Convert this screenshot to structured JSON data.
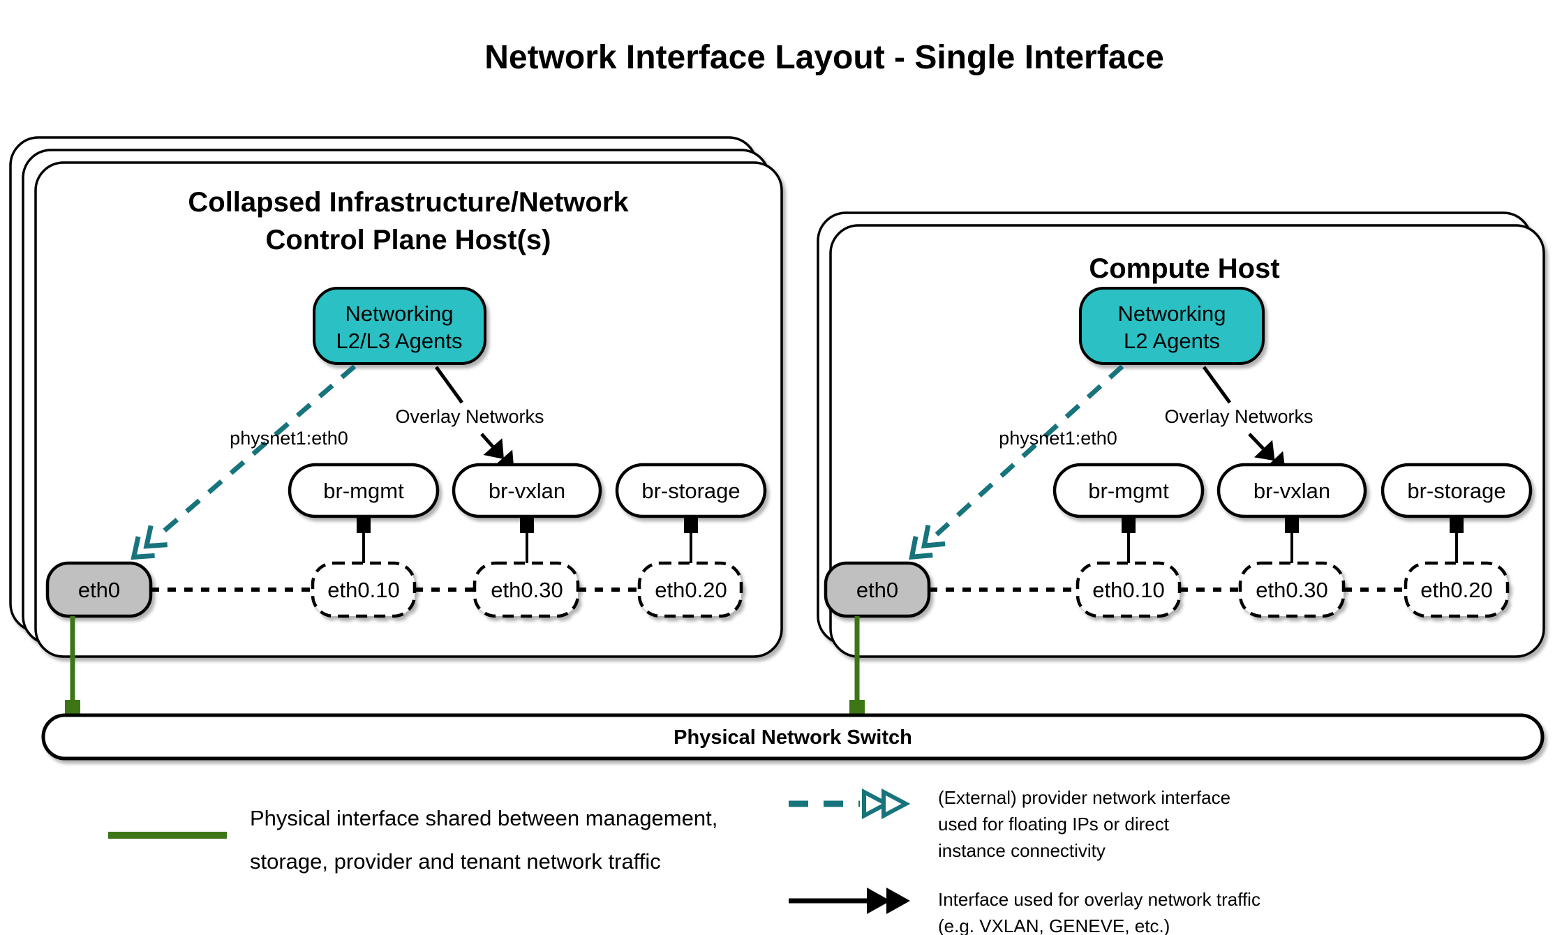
{
  "title": "Network Interface Layout - Single Interface",
  "colors": {
    "teal_fill": "#2ac0c4",
    "teal_line": "#17747c",
    "green": "#3e7617",
    "gray_fill": "#c0c0c0"
  },
  "hosts": [
    {
      "title_lines": [
        "Collapsed Infrastructure/Network",
        "Control Plane Host(s)"
      ],
      "agent_lines": [
        "Networking",
        "L2/L3 Agents"
      ],
      "provider_label": "physnet1:eth0",
      "overlay_label": "Overlay Networks",
      "bridges": [
        "br-mgmt",
        "br-vxlan",
        "br-storage"
      ],
      "phys_if": "eth0",
      "vlan_ifs": [
        "eth0.10",
        "eth0.30",
        "eth0.20"
      ]
    },
    {
      "title_lines": [
        "Compute Host"
      ],
      "agent_lines": [
        "Networking",
        "L2 Agents"
      ],
      "provider_label": "physnet1:eth0",
      "overlay_label": "Overlay Networks",
      "bridges": [
        "br-mgmt",
        "br-vxlan",
        "br-storage"
      ],
      "phys_if": "eth0",
      "vlan_ifs": [
        "eth0.10",
        "eth0.30",
        "eth0.20"
      ]
    }
  ],
  "switch": {
    "label": "Physical Network Switch"
  },
  "legend": {
    "physical": {
      "lines": [
        "Physical interface shared between management,",
        "storage, provider and tenant network traffic"
      ]
    },
    "provider": {
      "lines": [
        "(External) provider network interface",
        "used for floating IPs or direct",
        "instance connectivity"
      ]
    },
    "overlay": {
      "lines": [
        "Interface used for overlay network traffic",
        "(e.g. VXLAN, GENEVE, etc.)"
      ]
    }
  }
}
